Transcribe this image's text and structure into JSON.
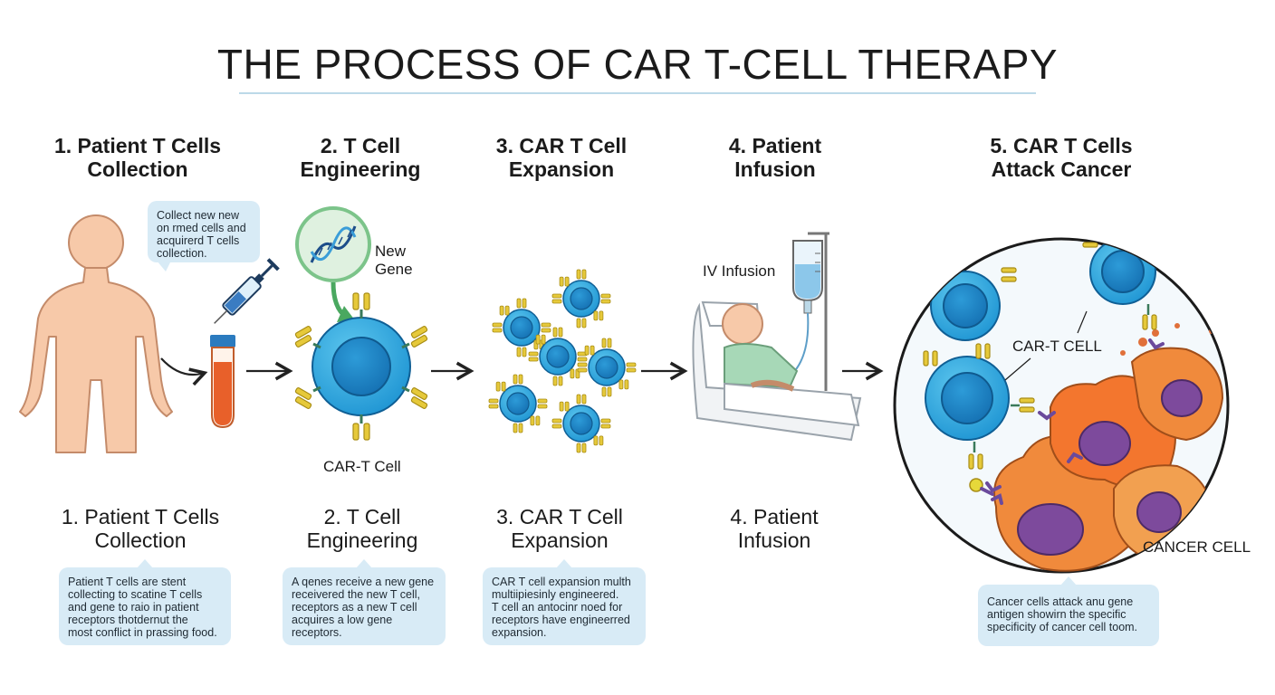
{
  "title": "THE PROCESS OF CAR T-CELL THERAPY",
  "steps": [
    {
      "line1": "1. Patient T Cells",
      "line2": "Collection"
    },
    {
      "line1": "2. T Cell",
      "line2": "Engineering"
    },
    {
      "line1": "3. CAR T Cell",
      "line2": "Expansion"
    },
    {
      "line1": "4. Patient",
      "line2": "Infusion"
    },
    {
      "line1": "5. CAR T Cells",
      "line2": "Attack Cancer"
    }
  ],
  "bottom_steps": [
    {
      "line1": "1. Patient T Cells",
      "line2": "Collection"
    },
    {
      "line1": "2. T Cell",
      "line2": "Engineering"
    },
    {
      "line1": "3. CAR T Cell",
      "line2": "Expansion"
    },
    {
      "line1": "4. Patient",
      "line2": "Infusion"
    }
  ],
  "top_bubble": [
    "Collect new new",
    "on rmed cells and",
    "acquirerd T cells",
    "collection."
  ],
  "bubbles": [
    [
      "Patient T cells are stent",
      "collecting to scatine T cells",
      "and gene to raio in patient",
      "receptors thotdernut the",
      "most conflict in prassing food."
    ],
    [
      "A qenes receive a new gene",
      "receivered the new T cell,",
      "receptors as a new T cell",
      "acquires a low gene",
      "receptors."
    ],
    [
      "CAR T cell expansion multh",
      "multiipiesinly engineered.",
      "T cell an antocinr noed for",
      "receptors have engineerred",
      "expansion."
    ],
    [
      "Cancer cells attack anu gene",
      "antigen showirn the specific",
      "specificity of cancer cell toom."
    ]
  ],
  "labels": {
    "new_gene_1": "New",
    "new_gene_2": "Gene",
    "car_t_cell": "CAR-T Cell",
    "iv_infusion": "IV Infusion",
    "car_t_cell_caps": "CAR-T CELL",
    "cancer_cell": "CANCER CELL"
  },
  "colors": {
    "skin": "#f7c9a9",
    "skin_outline": "#c48b6a",
    "tcell": "#29a8dd",
    "tcell_core": "#1d87c7",
    "receptor": "#e6c93a",
    "cancer": "#f08a3c",
    "cancer_nucleus": "#7d4a9c",
    "gene_circle": "#7cc48a",
    "blood": "#e8602a"
  }
}
